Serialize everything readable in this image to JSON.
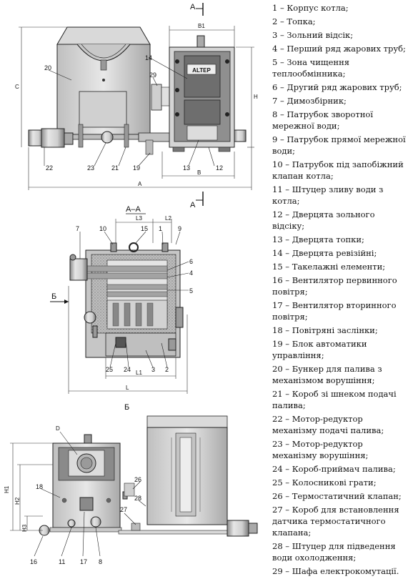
{
  "views": {
    "section_aa_top": "А",
    "section_aa_bottom": "А",
    "section_aa_title": "А–А",
    "view_b_label": "Б",
    "view_b_title": "Б"
  },
  "brand": "ALTEP",
  "dimensions": {
    "B1": "B1",
    "H": "H",
    "B": "B",
    "A": "A",
    "C": "C",
    "L3": "L3",
    "L2": "L2",
    "L1": "L1",
    "L": "L",
    "D": "D",
    "H1": "H1",
    "H2": "H2",
    "H3": "H3"
  },
  "callouts": [
    "20",
    "14",
    "29",
    "22",
    "23",
    "21",
    "19",
    "13",
    "12",
    "7",
    "10",
    "15",
    "1",
    "9",
    "6",
    "4",
    "5",
    "25",
    "24",
    "3",
    "2",
    "18",
    "26",
    "28",
    "27",
    "16",
    "11",
    "17",
    "8"
  ],
  "legend": [
    "1 – Корпус котла;",
    "2 – Топка;",
    "3 – Зольний відсік;",
    "4 – Перший ряд жарових труб;",
    "5 – Зона чищення теплообмінника;",
    "6 – Другий ряд жарових труб;",
    "7 – Димозбірник;",
    "8 – Патрубок зворотної мережної води;",
    "9 – Патрубок прямої мережної води;",
    "10 – Патрубок під запобіжний клапан котла;",
    "11 – Штуцер зливу води з котла;",
    "12 – Дверцята зольного відсіку;",
    "13 – Дверцята топки;",
    "14 – Дверцята ревізійні;",
    "15 – Такелажні елементи;",
    "16 – Вентилятор первинного повітря;",
    "17 – Вентилятор вторинного повітря;",
    "18 – Повітряні заслінки;",
    "19 – Блок автоматики управління;",
    "20 – Бункер для палива з механізмом ворушіння;",
    "21 – Короб зі шнеком подачі палива;",
    "22 – Мотор-редуктор механізму подачі палива;",
    "23 – Мотор-редуктор механізму ворушіння;",
    "24 – Короб-приймач палива;",
    "25 – Колосникові грати;",
    "26 – Термостатичний клапан;",
    "27 – Короб для встановлення датчика термостатичного клапана;",
    "28 – Штуцер для підведення води охолодження;",
    "29 – Шафа електрокомутації."
  ]
}
